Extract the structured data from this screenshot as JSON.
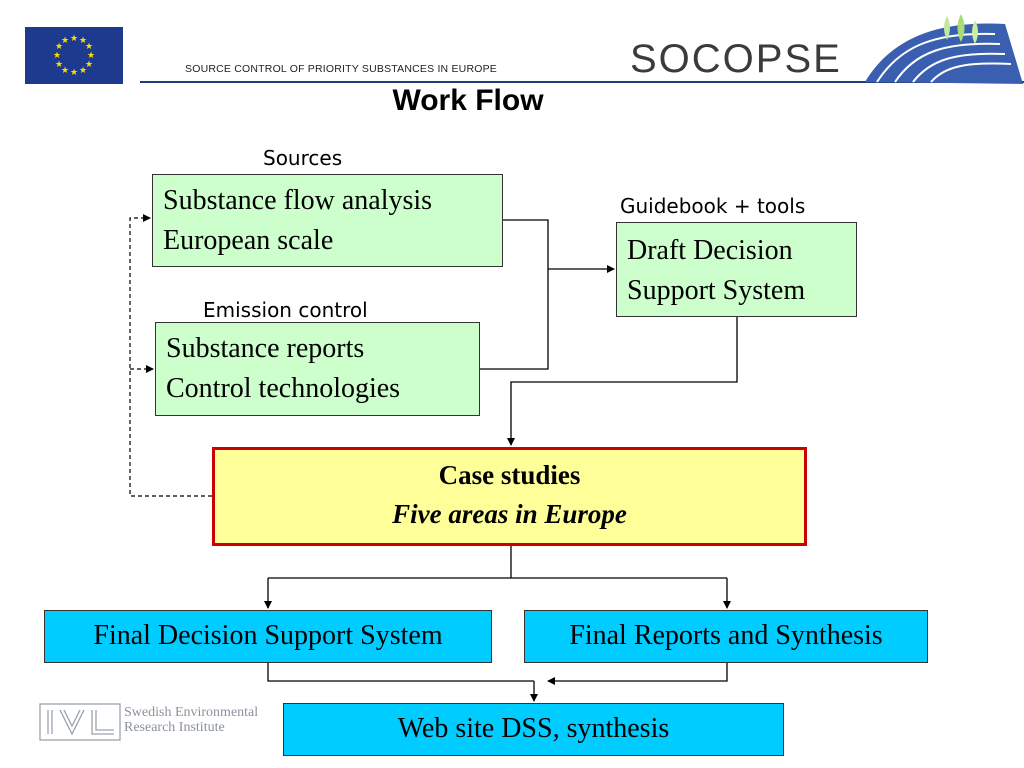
{
  "header": {
    "subtitle": "SOURCE CONTROL OF PRIORITY SUBSTANCES IN EUROPE",
    "brand": "SOCOPSE",
    "institute_line1": "Swedish Environmental",
    "institute_line2": "Research Institute",
    "institute_logo_text": "IVL"
  },
  "slide": {
    "title": "Work Flow"
  },
  "labels": {
    "sources": "Sources",
    "emission_control": "Emission control",
    "guidebook": "Guidebook + tools"
  },
  "boxes": {
    "sfa": {
      "line1": "Substance flow analysis",
      "line2": "European scale"
    },
    "reports": {
      "line1": "Substance reports",
      "line2": "Control technologies"
    },
    "draft_dss": {
      "line1": "Draft Decision",
      "line2": "Support System"
    },
    "case_studies": {
      "line1": "Case studies",
      "line2": "Five areas in Europe"
    },
    "final_dss": "Final Decision Support System",
    "final_reports": "Final Reports and Synthesis",
    "web_site": "Web site DSS, synthesis"
  },
  "colors": {
    "green_box": "#ccffcc",
    "yellow_box": "#ffff99",
    "red_border": "#cc0000",
    "blue_box": "#00ccff",
    "header_rule": "#1f3d7a"
  }
}
